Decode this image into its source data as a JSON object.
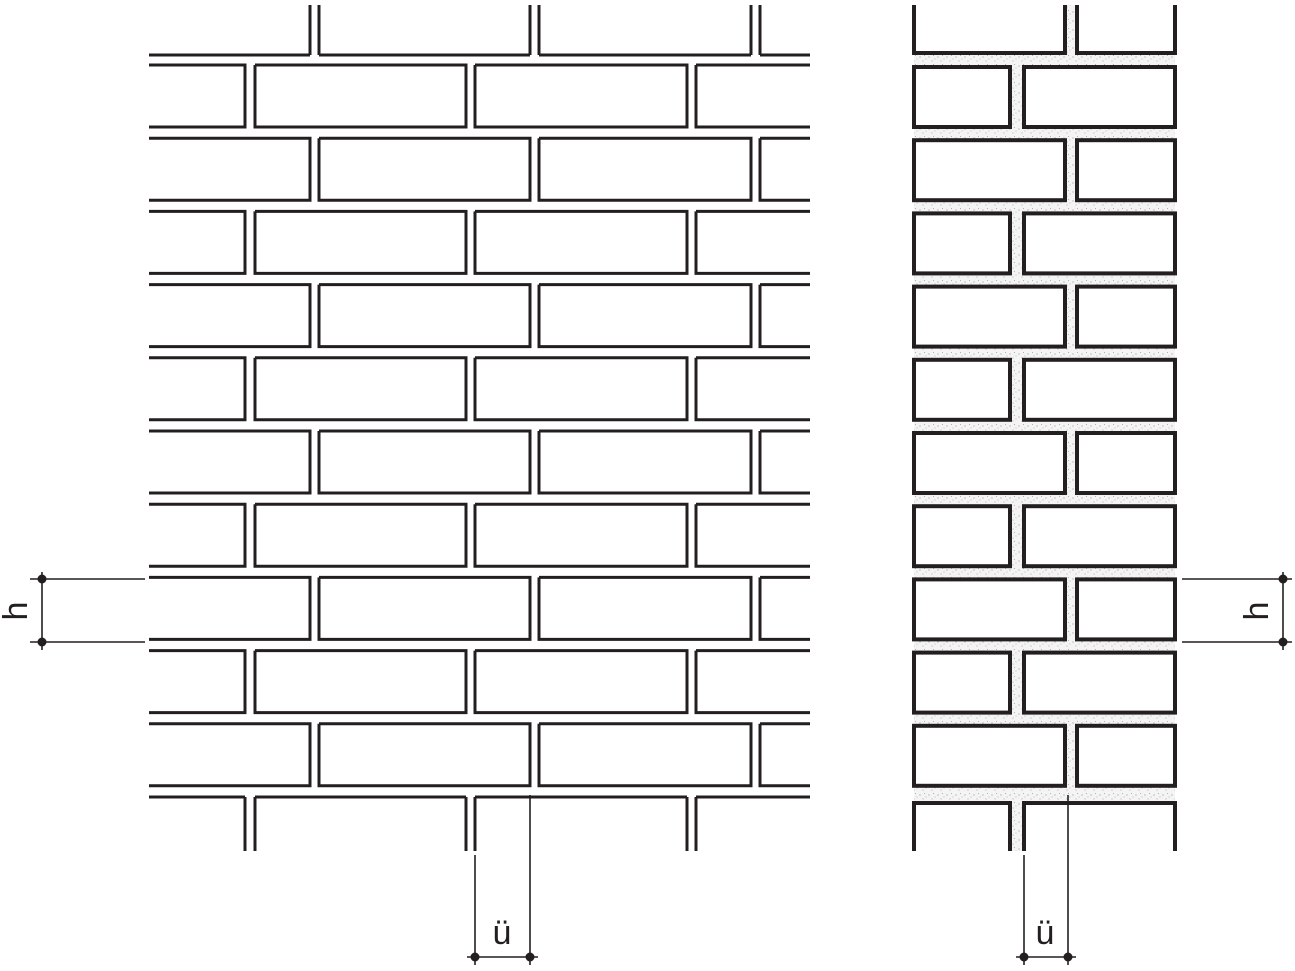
{
  "labels": {
    "height": "h",
    "overlap": "ü"
  },
  "colors": {
    "line": "#231f20",
    "background": "#ffffff",
    "mortar": "#f4f4f4",
    "mortar_speckle": "#9a9a9a"
  },
  "walls": [
    {
      "name": "stretcher-bond-wall",
      "full_courses": 10,
      "mortar_joints": false
    },
    {
      "name": "pier-wall",
      "full_courses": 10,
      "mortar_joints": true
    }
  ]
}
